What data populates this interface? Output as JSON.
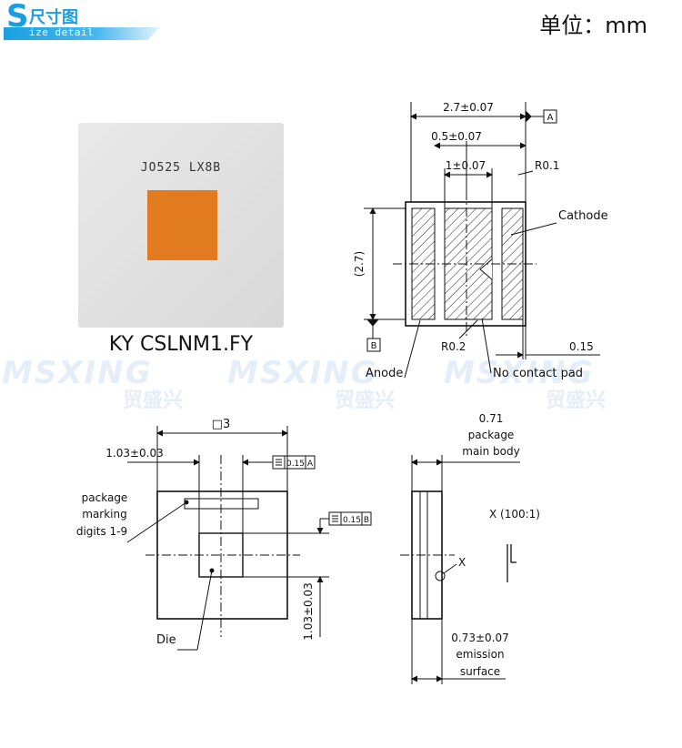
{
  "header": {
    "logo_letter": "S",
    "logo_title": "尺寸图",
    "logo_subtitle": "ize detail",
    "unit_label": "单位：mm"
  },
  "photo": {
    "marking": "JO525 LX8B",
    "die_color": "#e27a20",
    "model_name": "KY CSLNM1.FY"
  },
  "watermark": {
    "brand": "MSXING",
    "brand_cn": "贸盛兴"
  },
  "top_drawing": {
    "dim_width": "2.7±0.07",
    "dim_half": "0.5±0.07",
    "dim_pad": "1±0.07",
    "dim_height": "(2.7)",
    "radius_corner": "R0.1",
    "radius_pad": "R0.2",
    "dim_edge": "0.15",
    "label_cathode": "Cathode",
    "label_anode": "Anode",
    "label_no_contact": "No contact pad",
    "datum_a": "A",
    "datum_b": "B"
  },
  "bottom_left_drawing": {
    "dim_square": "□3",
    "dim_offset_x": "1.03±0.03",
    "dim_offset_y": "1.03±0.03",
    "tol_a": "0.15",
    "tol_a_datum": "A",
    "tol_b": "0.15",
    "tol_b_datum": "B",
    "label_marking_1": "package",
    "label_marking_2": "marking",
    "label_marking_3": "digits 1-9",
    "label_die": "Die"
  },
  "bottom_right_drawing": {
    "dim_top_1": "0.71",
    "dim_top_2": "package",
    "dim_top_3": "main body",
    "detail_label": "X (100:1)",
    "detail_marker": "X",
    "dim_bottom_1": "0.73±0.07",
    "dim_bottom_2": "emission",
    "dim_bottom_3": "surface"
  }
}
